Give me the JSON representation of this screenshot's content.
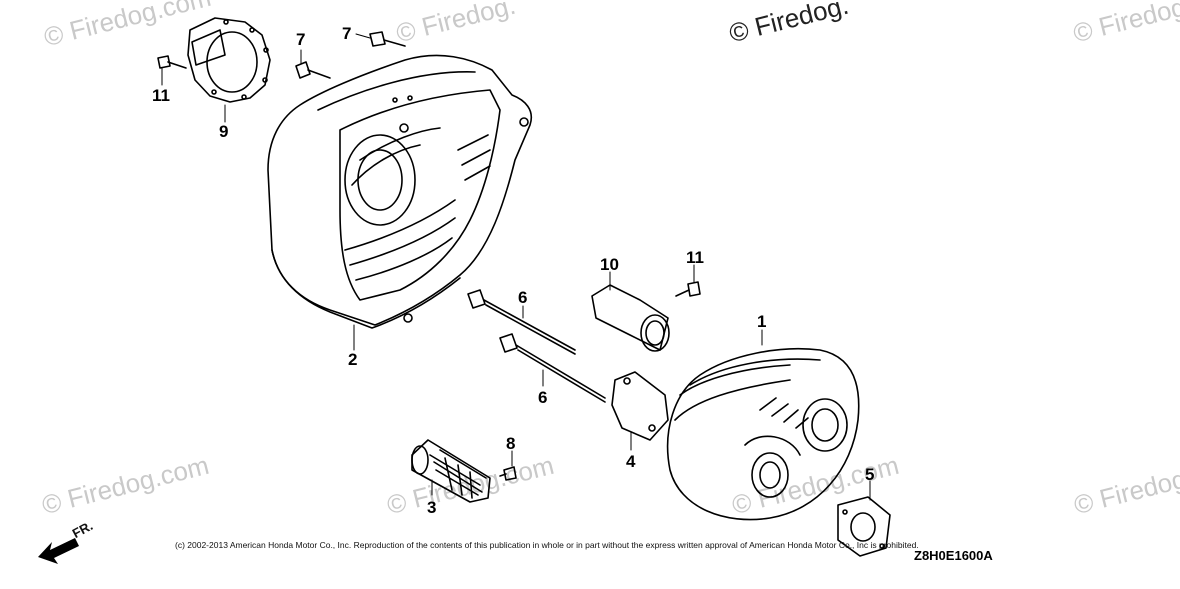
{
  "watermarks": {
    "faint": [
      "© Firedog.com",
      "© Firedog.",
      "© Firedog.",
      "© Firedog.com",
      "© Firedog.com",
      "© Firedog.com",
      "© Firedog.com"
    ],
    "dark": "© Firedog."
  },
  "callouts": {
    "c1": "1",
    "c2": "2",
    "c3": "3",
    "c4": "4",
    "c5": "5",
    "c6a": "6",
    "c6b": "6",
    "c7a": "7",
    "c7b": "7",
    "c8": "8",
    "c9": "9",
    "c10": "10",
    "c11a": "11",
    "c11b": "11"
  },
  "direction_label": "FR.",
  "copyright": "(c) 2002-2013 American Honda Motor Co., Inc. Reproduction of the contents of this publication in whole or in part without the express written approval of American Honda Motor Co., Inc is prohibited.",
  "diagram_code": "Z8H0E1600A"
}
